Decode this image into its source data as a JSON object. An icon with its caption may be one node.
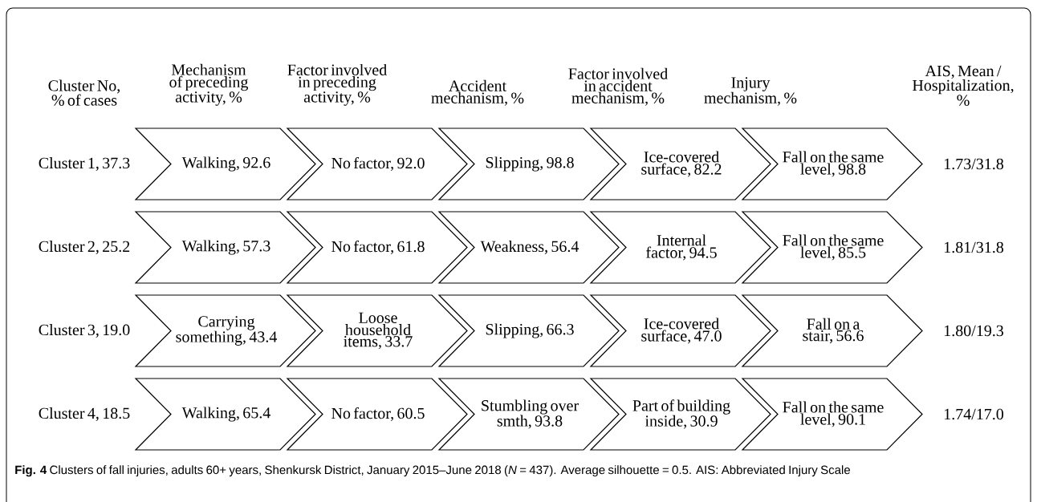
{
  "diagram": {
    "caption": "**Fig. 4** Clusters of fall injuries, adults 60+ years, Shenkursk District, January 2015–June 2018 (*N* = 437). Average silhouette = 0.5. AIS: Abbreviated Injury Scale",
    "nodes": [
      {
        "text": [
          "Walking, 92.6"
        ]
      },
      {
        "text": [
          "No factor, 92.0"
        ]
      },
      {
        "text": [
          "Slipping, 98.8"
        ]
      },
      {
        "text": [
          "Ice-covered surface, 82.2"
        ]
      },
      {
        "text": [
          "Fall on the same level, 98.8"
        ]
      },
      {
        "text": [
          "Walking, 57.3"
        ]
      },
      {
        "text": [
          "No factor, 61.8"
        ]
      },
      {
        "text": [
          "Weakness, 56.4"
        ]
      },
      {
        "text": [
          "Internal factor, 94.5"
        ]
      },
      {
        "text": [
          "Fall on the same level, 85.5"
        ]
      },
      {
        "text": [
          "Carrying something, 43.4"
        ]
      },
      {
        "text": [
          "Loose household items, 33.7"
        ]
      },
      {
        "text": [
          "Slipping, 66.3"
        ]
      },
      {
        "text": [
          "Ice-covered surface, 47.0"
        ]
      },
      {
        "text": [
          "Fall on a stair, 56.6"
        ]
      },
      {
        "text": [
          "Walking, 65.4"
        ]
      },
      {
        "text": [
          "No factor, 60.5"
        ]
      },
      {
        "text": [
          "Stumbling over smth, 93.8"
        ]
      },
      {
        "text": [
          "Part of building inside, 30.9"
        ]
      },
      {
        "text": [
          "Fall on the same level, 90.1"
        ]
      }
    ],
    "labels": [
      "Cluster No, % of cases",
      "Mechanism of preceding activity, %",
      "Factor involved in preceding activity, %",
      "Accident mechanism, %",
      "Factor involved in accident mechanism, %",
      "Injury mechanism, %",
      "AIS, Mean / Hospitalization, %",
      "Cluster 1, 37.3",
      "1.73/31.8",
      "Cluster 2, 25.2",
      "1.81/31.8",
      "Cluster 3, 19.0",
      "1.80/19.3",
      "Cluster 4, 18.5",
      "1.74/17.0"
    ]
  }
}
